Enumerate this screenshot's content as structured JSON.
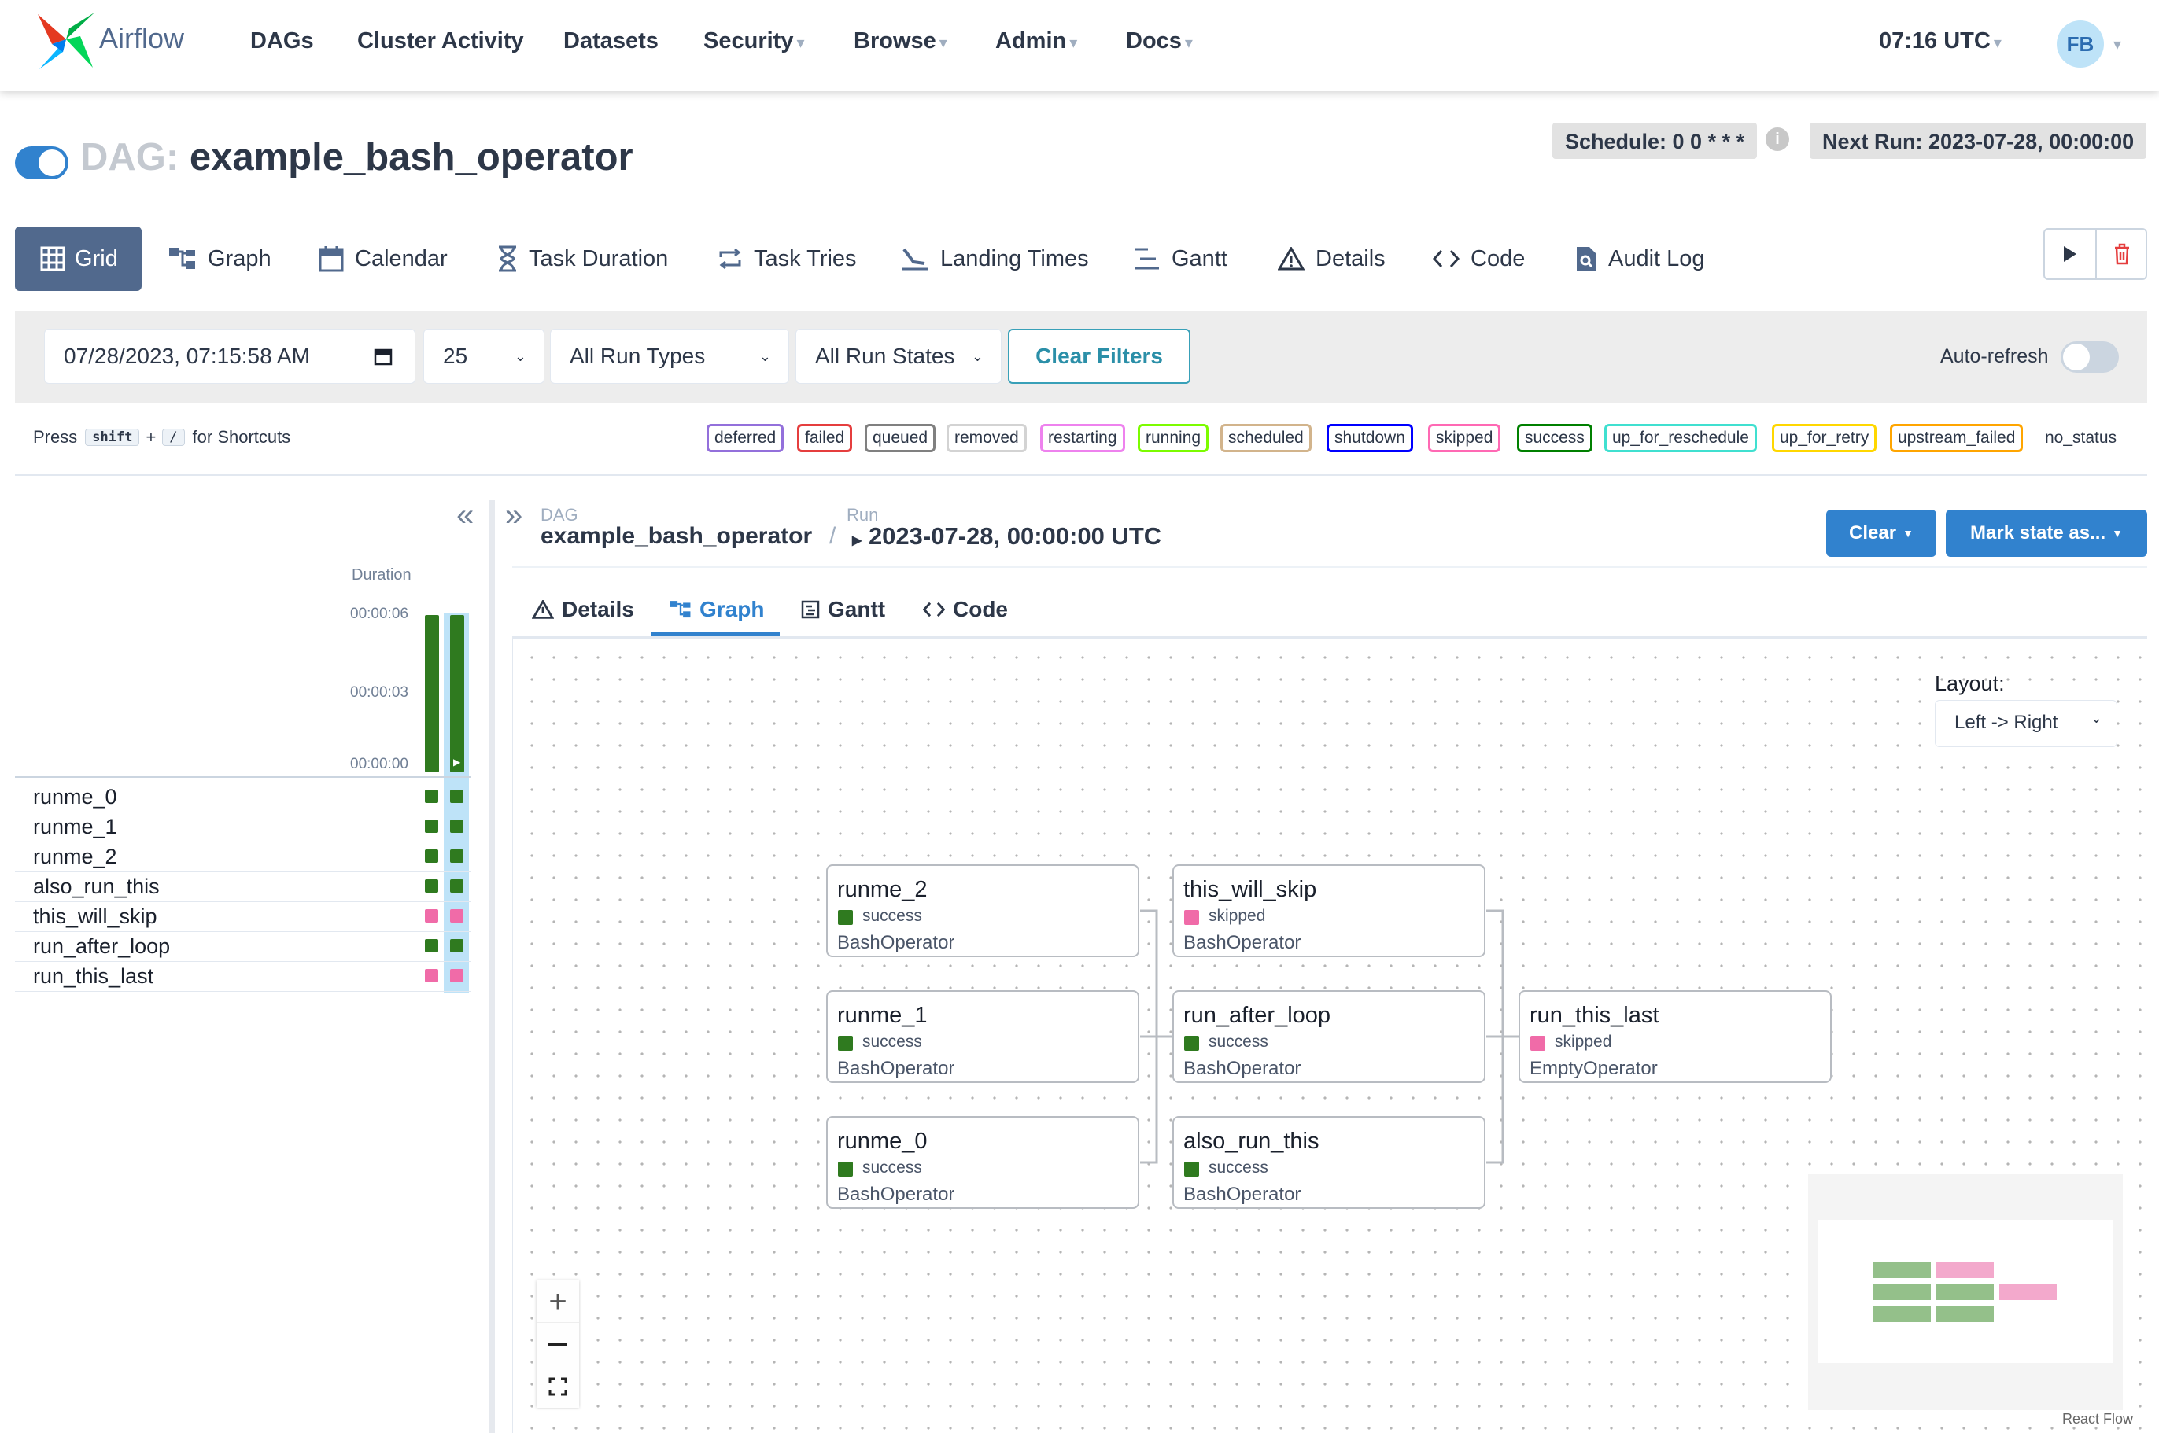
{
  "navbar": {
    "brand": "Airflow",
    "items": [
      "DAGs",
      "Cluster Activity",
      "Datasets",
      "Security",
      "Browse",
      "Admin",
      "Docs"
    ],
    "time": "07:16 UTC",
    "avatar": "FB"
  },
  "header": {
    "dag_prefix": "DAG:",
    "dag_id": "example_bash_operator",
    "schedule": "Schedule: 0 0 * * *",
    "next_run": "Next Run: 2023-07-28, 00:00:00",
    "paused": false
  },
  "tabs": [
    {
      "label": "Grid",
      "icon": "grid-icon",
      "active": true
    },
    {
      "label": "Graph",
      "icon": "graph-icon"
    },
    {
      "label": "Calendar",
      "icon": "calendar-icon"
    },
    {
      "label": "Task Duration",
      "icon": "hourglass-icon"
    },
    {
      "label": "Task Tries",
      "icon": "repeat-icon"
    },
    {
      "label": "Landing Times",
      "icon": "landing-icon"
    },
    {
      "label": "Gantt",
      "icon": "gantt-icon"
    },
    {
      "label": "Details",
      "icon": "warning-icon"
    },
    {
      "label": "Code",
      "icon": "code-icon"
    },
    {
      "label": "Audit Log",
      "icon": "file-search-icon"
    }
  ],
  "filters": {
    "date": "07/28/2023, 07:15:58 AM",
    "num_runs": "25",
    "run_type": "All Run Types",
    "run_state": "All Run States",
    "clear": "Clear Filters",
    "auto_refresh": "Auto-refresh"
  },
  "shortcuts": {
    "press": "Press",
    "key1": "shift",
    "plus": "+",
    "key2": "/",
    "suffix": "for Shortcuts"
  },
  "legend": [
    {
      "label": "deferred",
      "color": "#9370db"
    },
    {
      "label": "failed",
      "color": "#e53e3e"
    },
    {
      "label": "queued",
      "color": "#808080"
    },
    {
      "label": "removed",
      "color": "#d3d3d3"
    },
    {
      "label": "restarting",
      "color": "#ee82ee"
    },
    {
      "label": "running",
      "color": "#7cfc00"
    },
    {
      "label": "scheduled",
      "color": "#d2b48c"
    },
    {
      "label": "shutdown",
      "color": "#0000ff"
    },
    {
      "label": "skipped",
      "color": "#ff69b4"
    },
    {
      "label": "success",
      "color": "#008000"
    },
    {
      "label": "up_for_reschedule",
      "color": "#40e0d0"
    },
    {
      "label": "up_for_retry",
      "color": "#ffd700"
    },
    {
      "label": "upstream_failed",
      "color": "#ffa500"
    },
    {
      "label": "no_status",
      "color": "none"
    }
  ],
  "grid": {
    "duration_label": "Duration",
    "ticks": [
      "00:00:06",
      "00:00:03",
      "00:00:00"
    ],
    "run_durations_s": [
      6,
      6
    ],
    "tasks": [
      {
        "name": "runme_0",
        "state": "success"
      },
      {
        "name": "runme_1",
        "state": "success"
      },
      {
        "name": "runme_2",
        "state": "success"
      },
      {
        "name": "also_run_this",
        "state": "success"
      },
      {
        "name": "this_will_skip",
        "state": "skipped"
      },
      {
        "name": "run_after_loop",
        "state": "success"
      },
      {
        "name": "run_this_last",
        "state": "skipped"
      }
    ]
  },
  "details": {
    "breadcrumb_dag_label": "DAG",
    "breadcrumb_dag": "example_bash_operator",
    "sep": "/",
    "breadcrumb_run_label": "Run",
    "breadcrumb_run": "2023-07-28, 00:00:00 UTC",
    "clear_btn": "Clear",
    "mark_btn": "Mark state as...",
    "subtabs": [
      "Details",
      "Graph",
      "Gantt",
      "Code"
    ],
    "active_subtab": "Graph",
    "layout_label": "Layout:",
    "layout_value": "Left -> Right",
    "attribution": "React Flow"
  },
  "graph": {
    "nodes": [
      {
        "id": "runme_2",
        "state": "success",
        "operator": "BashOperator"
      },
      {
        "id": "runme_1",
        "state": "success",
        "operator": "BashOperator"
      },
      {
        "id": "runme_0",
        "state": "success",
        "operator": "BashOperator"
      },
      {
        "id": "this_will_skip",
        "state": "skipped",
        "operator": "BashOperator"
      },
      {
        "id": "run_after_loop",
        "state": "success",
        "operator": "BashOperator"
      },
      {
        "id": "also_run_this",
        "state": "success",
        "operator": "BashOperator"
      },
      {
        "id": "run_this_last",
        "state": "skipped",
        "operator": "EmptyOperator"
      }
    ],
    "edges": [
      [
        "runme_2",
        "run_after_loop"
      ],
      [
        "runme_1",
        "run_after_loop"
      ],
      [
        "runme_0",
        "run_after_loop"
      ],
      [
        "this_will_skip",
        "run_this_last"
      ],
      [
        "run_after_loop",
        "run_this_last"
      ],
      [
        "also_run_this",
        "run_this_last"
      ]
    ]
  },
  "colors": {
    "primary": "#3182ce",
    "nav_active": "#51698d",
    "success": "#2f7a1f",
    "skipped": "#f06ba8",
    "toggle_on": "#3182ce",
    "delete_red": "#e53e3e"
  }
}
